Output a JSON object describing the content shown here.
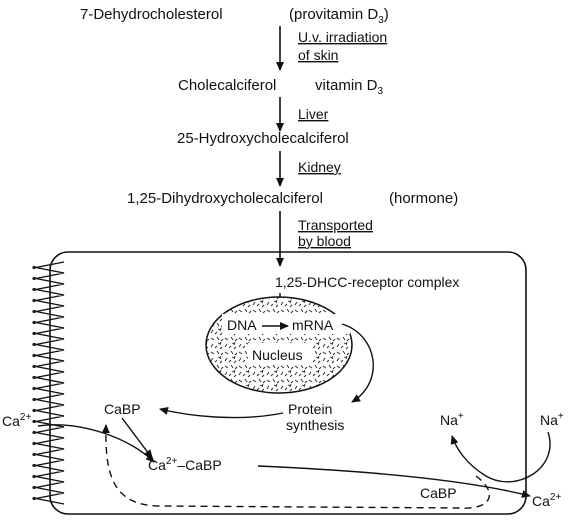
{
  "pathway": {
    "step1": {
      "name": "7-Dehydrocholesterol",
      "note_prefix": "(provitamin D",
      "note_sub": "3",
      "note_suffix": ")"
    },
    "arrow1": {
      "line1": "U.v. irradiation",
      "line2": "of skin"
    },
    "step2": {
      "name": "Cholecalciferol",
      "vitamin": "vitamin D",
      "vitamin_sub": "3"
    },
    "arrow2": {
      "label": "Liver"
    },
    "step3": {
      "name": "25-Hydroxycholecalciferol"
    },
    "arrow3": {
      "label": "Kidney"
    },
    "step4": {
      "name": "1,25-Dihydroxycholecalciferol",
      "note": "(hormone)"
    },
    "arrow4": {
      "line1": "Transported",
      "line2": "by blood"
    }
  },
  "cell": {
    "receptor_complex": "1,25-DHCC-receptor complex",
    "dna": "DNA",
    "mrna": "mRNA",
    "nucleus": "Nucleus",
    "protein_synthesis_line1": "Protein",
    "protein_synthesis_line2": "synthesis",
    "cabp": "CaBP",
    "ca_bound": "Ca",
    "ca_bound_sup": "2+",
    "ca_bound_suffix": "–CaBP",
    "ca_left": "Ca",
    "ca_left_sup": "2+",
    "ca_right": "Ca",
    "ca_right_sup": "2+",
    "na_inside": "Na",
    "na_inside_sup": "+",
    "na_outside": "Na",
    "na_outside_sup": "+",
    "cabp_bottom": "CaBP"
  }
}
